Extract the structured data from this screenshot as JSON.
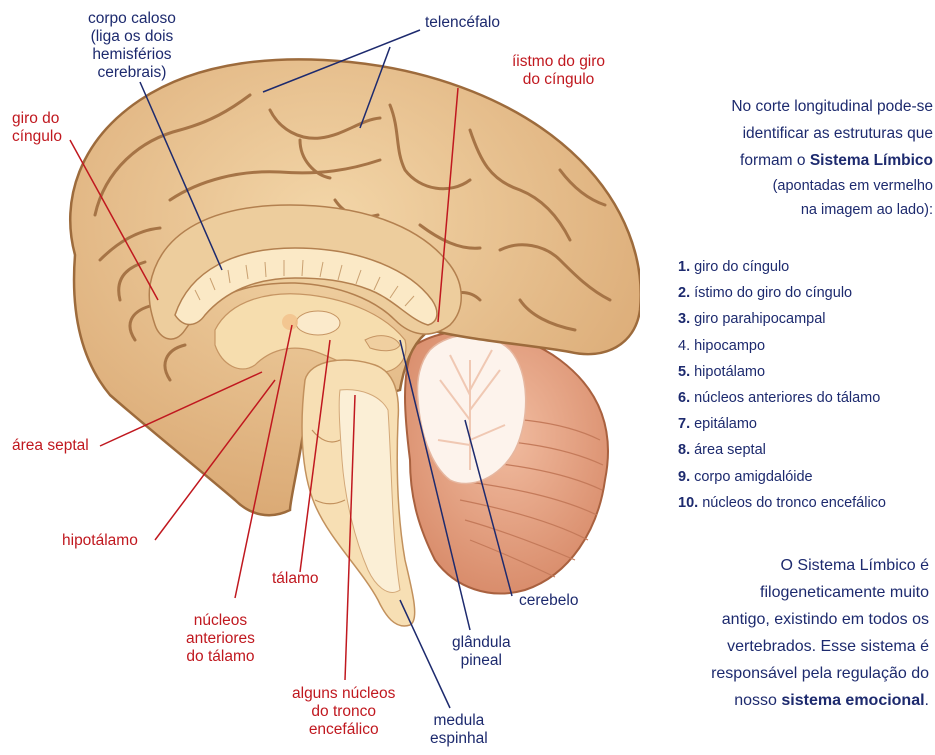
{
  "labels": {
    "corpo_caloso": [
      "corpo caloso",
      "(liga os dois",
      "hemisférios",
      "cerebrais)"
    ],
    "telencefalo": "telencéfalo",
    "istmo": [
      "íistmo do giro",
      "do cíngulo"
    ],
    "giro_cingulo": [
      "giro do",
      "cíngulo"
    ],
    "area_septal": "área septal",
    "hipotalamo": "hipotálamo",
    "talamo": "tálamo",
    "nucleos_anteriores": [
      "núcleos",
      "anteriores",
      "do tálamo"
    ],
    "alguns_nucleos": [
      "alguns núcleos",
      "do tronco",
      "encefálico"
    ],
    "medula": [
      "medula",
      "espinhal"
    ],
    "glandula": [
      "glândula",
      "pineal"
    ],
    "cerebelo": "cerebelo"
  },
  "intro": {
    "line1": "No corte longitudinal pode-se",
    "line2": "identificar as estruturas que",
    "line3_pre": "formam o ",
    "line3_bold": "Sistema Límbico",
    "line4": "(apontadas em vermelho",
    "line5": "na imagem ao lado):"
  },
  "list": [
    {
      "num": "1.",
      "text": " giro do cíngulo",
      "bold": true
    },
    {
      "num": "2.",
      "text": " ístimo do giro do cíngulo",
      "bold": true
    },
    {
      "num": "3.",
      "text": " giro parahipocampal",
      "bold": true
    },
    {
      "num": "4.",
      "text": " hipocampo",
      "bold": false
    },
    {
      "num": "5.",
      "text": " hipotálamo",
      "bold": true
    },
    {
      "num": "6.",
      "text": " núcleos anteriores do tálamo",
      "bold": true
    },
    {
      "num": "7.",
      "text": " epitálamo",
      "bold": true
    },
    {
      "num": "8.",
      "text": " área septal",
      "bold": true
    },
    {
      "num": "9.",
      "text": " corpo amigdalóide",
      "bold": true
    },
    {
      "num": "10.",
      "text": " núcleos do tronco encefálico",
      "bold": true
    }
  ],
  "outro": {
    "line1": "O Sistema Límbico é",
    "line2": "filogeneticamente muito",
    "line3": "antigo, existindo em todos os",
    "line4": "vertebrados.  Esse sistema é",
    "line5": "responsável pela regulação do",
    "line6_pre": "nosso ",
    "line6_bold": "sistema emocional",
    "line6_post": "."
  },
  "colors": {
    "brain": "#ecc796",
    "brain_outline": "#9d6b3c",
    "sulcus": "#a67446",
    "inner": "#f5dcab",
    "cerebellum": "#e8a889",
    "cerebellum_tree": "#fbeee5",
    "label_red": "#c0181f",
    "label_blue": "#1d2a6e"
  }
}
